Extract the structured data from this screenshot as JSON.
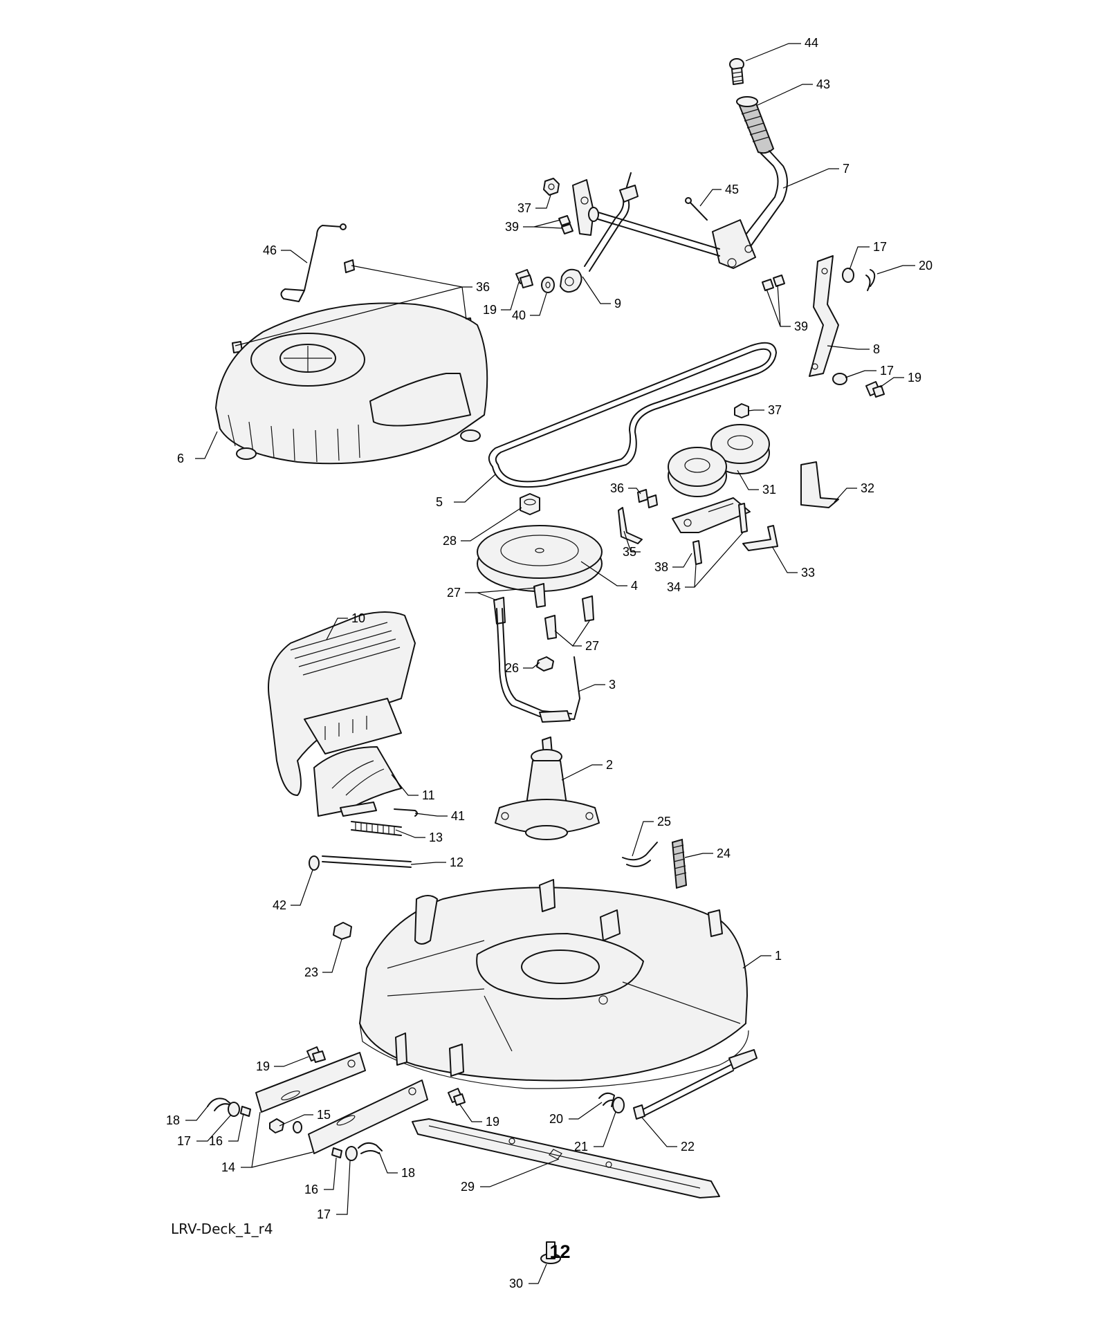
{
  "drawing_id": "LRV-Deck_1_r4",
  "page_number": "12",
  "callouts": [
    {
      "label": "44"
    },
    {
      "label": "43"
    },
    {
      "label": "7"
    },
    {
      "label": "45"
    },
    {
      "label": "37"
    },
    {
      "label": "39"
    },
    {
      "label": "46"
    },
    {
      "label": "36"
    },
    {
      "label": "19"
    },
    {
      "label": "40"
    },
    {
      "label": "9"
    },
    {
      "label": "17"
    },
    {
      "label": "20"
    },
    {
      "label": "39"
    },
    {
      "label": "8"
    },
    {
      "label": "17"
    },
    {
      "label": "19"
    },
    {
      "label": "6"
    },
    {
      "label": "37"
    },
    {
      "label": "5"
    },
    {
      "label": "36"
    },
    {
      "label": "31"
    },
    {
      "label": "32"
    },
    {
      "label": "28"
    },
    {
      "label": "35"
    },
    {
      "label": "38"
    },
    {
      "label": "33"
    },
    {
      "label": "4"
    },
    {
      "label": "34"
    },
    {
      "label": "27"
    },
    {
      "label": "27"
    },
    {
      "label": "10"
    },
    {
      "label": "26"
    },
    {
      "label": "3"
    },
    {
      "label": "2"
    },
    {
      "label": "11"
    },
    {
      "label": "41"
    },
    {
      "label": "13"
    },
    {
      "label": "25"
    },
    {
      "label": "24"
    },
    {
      "label": "12"
    },
    {
      "label": "42"
    },
    {
      "label": "23"
    },
    {
      "label": "1"
    },
    {
      "label": "19"
    },
    {
      "label": "18"
    },
    {
      "label": "17"
    },
    {
      "label": "16"
    },
    {
      "label": "15"
    },
    {
      "label": "14"
    },
    {
      "label": "19"
    },
    {
      "label": "20"
    },
    {
      "label": "21"
    },
    {
      "label": "22"
    },
    {
      "label": "16"
    },
    {
      "label": "17"
    },
    {
      "label": "18"
    },
    {
      "label": "29"
    },
    {
      "label": "30"
    }
  ]
}
